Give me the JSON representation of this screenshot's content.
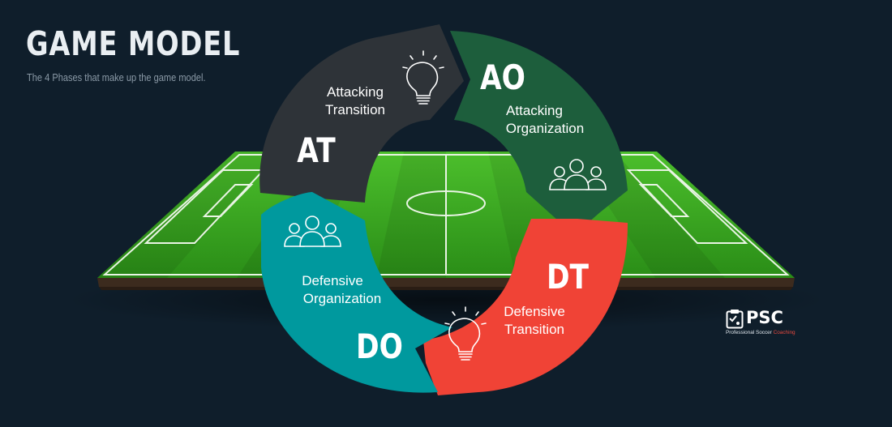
{
  "header": {
    "title": "GAME MODEL",
    "subtitle": "The 4 Phases that make up the game model."
  },
  "phases": [
    {
      "abbr": "AT",
      "line1": "Attacking",
      "line2": "Transition",
      "icon": "lightbulb-icon",
      "color": "#2e3338"
    },
    {
      "abbr": "AO",
      "line1": "Attacking",
      "line2": "Organization",
      "icon": "team-icon",
      "color": "#1d5e3c"
    },
    {
      "abbr": "DT",
      "line1": "Defensive",
      "line2": "Transition",
      "icon": "lightbulb-icon",
      "color": "#f04336"
    },
    {
      "abbr": "DO",
      "line1": "Defensive",
      "line2": "Organization",
      "icon": "team-icon",
      "color": "#00999e"
    }
  ],
  "logo": {
    "abbr": "PSC",
    "tagline_main": "Professional Soccer ",
    "tagline_accent": "Coaching",
    "accent_color": "#e8493e"
  },
  "colors": {
    "background": "#0f1e2b",
    "pitch_light": "#43b126",
    "pitch_dark": "#2f8f1a"
  }
}
